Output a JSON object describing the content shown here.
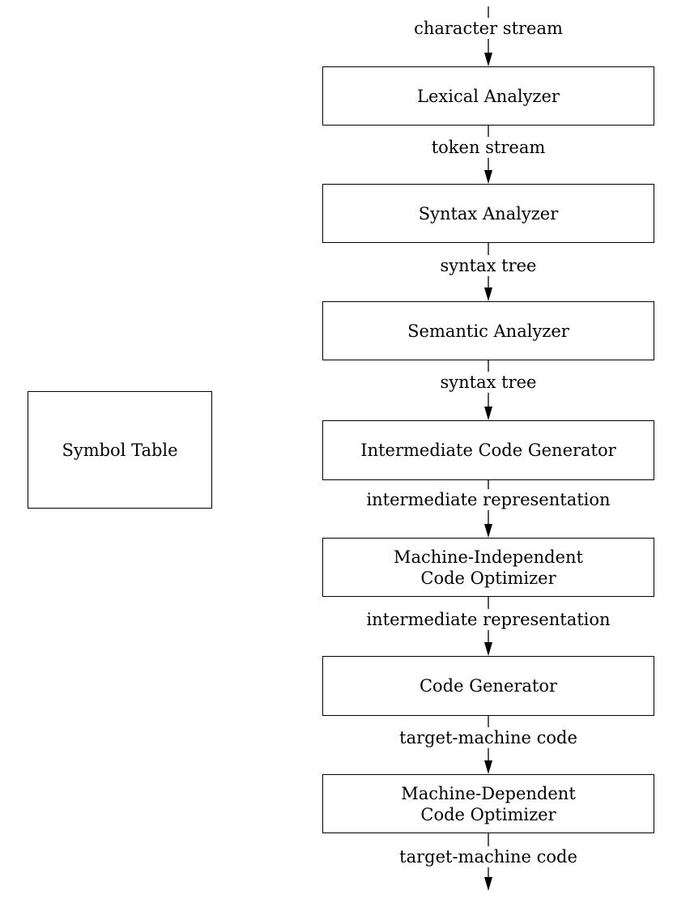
{
  "diagram": {
    "symbol_table": {
      "label": "Symbol Table"
    },
    "phases": [
      {
        "id": "lexical-analyzer",
        "lines": [
          "Lexical Analyzer"
        ]
      },
      {
        "id": "syntax-analyzer",
        "lines": [
          "Syntax Analyzer"
        ]
      },
      {
        "id": "semantic-analyzer",
        "lines": [
          "Semantic Analyzer"
        ]
      },
      {
        "id": "intermediate-code-generator",
        "lines": [
          "Intermediate Code Generator"
        ]
      },
      {
        "id": "machine-independent-code-optimizer",
        "lines": [
          "Machine-Independent",
          "Code Optimizer"
        ]
      },
      {
        "id": "code-generator",
        "lines": [
          "Code Generator"
        ]
      },
      {
        "id": "machine-dependent-code-optimizer",
        "lines": [
          "Machine-Dependent",
          "Code Optimizer"
        ]
      }
    ],
    "streams": [
      "character stream",
      "token stream",
      "syntax tree",
      "syntax tree",
      "intermediate representation",
      "intermediate representation",
      "target-machine code",
      "target-machine code"
    ],
    "colors": {
      "stroke": "#000000",
      "background": "#ffffff"
    }
  }
}
